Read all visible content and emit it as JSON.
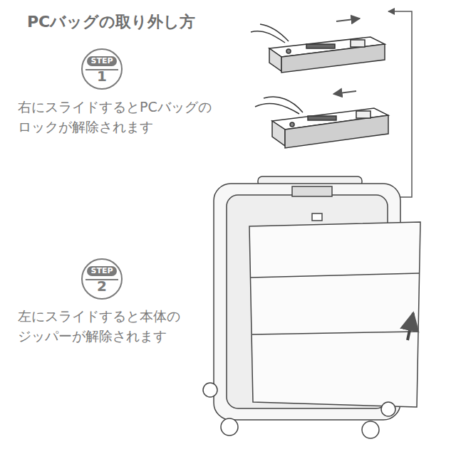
{
  "diagram": {
    "title": "PCバッグの取り外し方",
    "nodes": [
      {
        "text": [
          "STEP",
          "1"
        ]
      },
      {
        "text": [
          "STEP",
          "2"
        ]
      }
    ],
    "labels": [
      "右にスライドするとPCバッグのロックが解除されます",
      "左にスライドすると本体のジッパーが解除されます"
    ]
  }
}
